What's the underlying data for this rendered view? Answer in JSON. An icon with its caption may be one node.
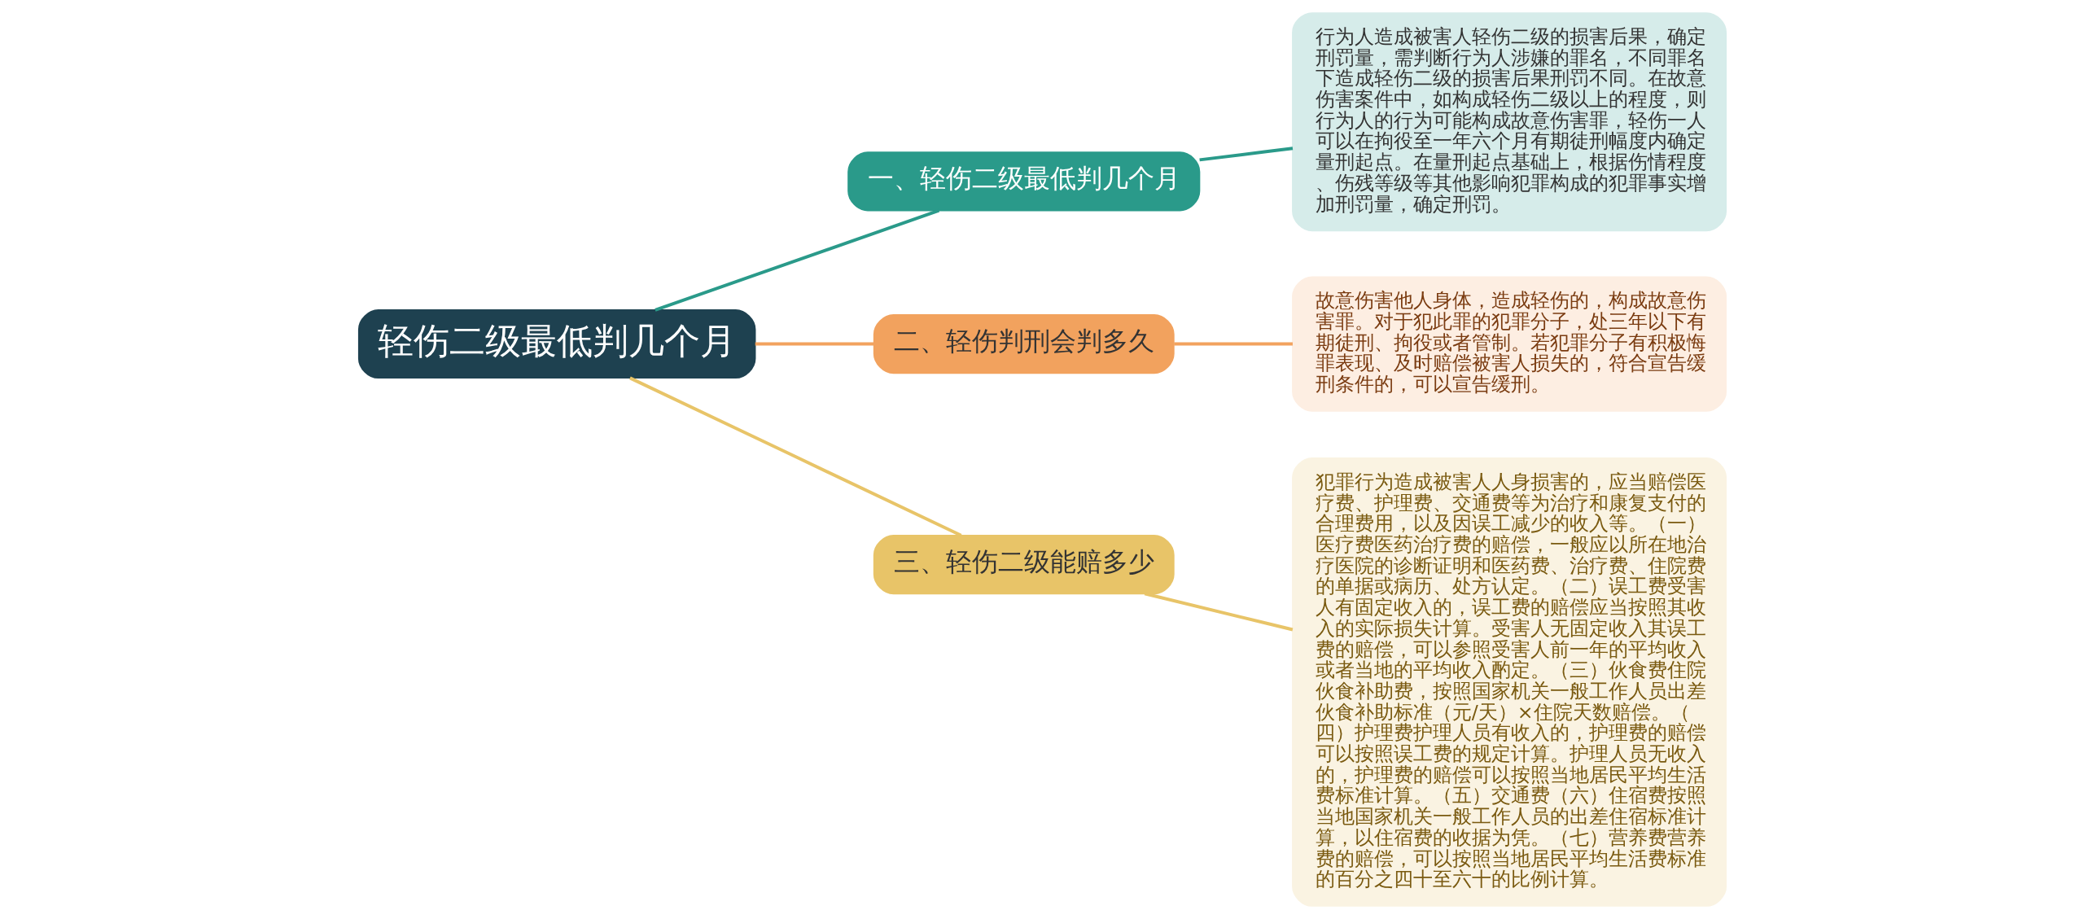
{
  "diagram": {
    "nodes": [
      {
        "text": [
          "轻伤二级最低判几个月"
        ]
      },
      {
        "text": [
          "一、轻伤二级最低判几个月"
        ]
      },
      {
        "text": [
          "行为人造成被害人轻伤二级的损害后果，确定刑罚量，需判断行为人涉嫌的罪名，不同罪名下造成轻伤二级的损害后果刑罚不同。在故意伤害案件中，如构成轻伤二级以上的程度，则行为人的行为可能构成故意伤害罪，轻伤一人可以在拘役至一年六个月有期徒刑幅度内确定量刑起点。在量刑起点基础上，根据伤情程度、伤残等级等其他影响犯罪构成的犯罪事实增加刑罚量，确定刑罚。"
        ]
      },
      {
        "text": [
          "二、轻伤判刑会判多久"
        ]
      },
      {
        "text": [
          "故意伤害他人身体，造成轻伤的，构成故意伤害罪。对于犯此罪的犯罪分子，处三年以下有期徒刑、拘役或者管制。若犯罪分子有积极悔罪表现、及时赔偿被害人损失的，符合宣告缓刑条件的，可以宣告缓刑。"
        ]
      },
      {
        "text": [
          "三、轻伤二级能赔多少"
        ]
      },
      {
        "text": [
          "犯罪行为造成被害人人身损害的，应当赔偿医疗费、护理费、交通费等为治疗和康复支付的合理费用，以及因误工减少的收入等。（一）医疗费医药治疗费的赔偿，一般应以所在地治疗医院的诊断证明和医药费、治疗费、住院费的单据或病历、处方认定。（二）误工费受害人有固定收入的，误工费的赔偿应当按照其收入的实际损失计算。受害人无固定收入其误工费的赔偿，可以参照受害人前一年的平均收入或者当地的平均收入酌定。（三）伙食费住院伙食补助费，按照国家机关一般工作人员出差伙食补助标准（元/天）×住院天数赔偿。（四）护理费护理人员有收入的，护理费的赔偿可以按照误工费的规定计算。护理人员无收入的，护理费的赔偿可以按照当地居民平均生活费标准计算。（五）交通费（六）住宿费按照当地国家机关一般工作人员的出差住宿标准计算，以住宿费的收据为凭。（七）营养费营养费的赔偿，可以按照当地居民平均生活费标准的百分之四十至六十的比例计算。"
        ]
      }
    ],
    "edges": [
      {
        "from": 0,
        "to": 1,
        "arrow": "none",
        "color": "#2a9a8a"
      },
      {
        "from": 1,
        "to": 2,
        "arrow": "none",
        "color": "#2a9a8a"
      },
      {
        "from": 0,
        "to": 3,
        "arrow": "none",
        "color": "#f2a25e"
      },
      {
        "from": 3,
        "to": 4,
        "arrow": "none",
        "color": "#f2a25e"
      },
      {
        "from": 0,
        "to": 5,
        "arrow": "none",
        "color": "#e8c468"
      },
      {
        "from": 5,
        "to": 6,
        "arrow": "none",
        "color": "#e8c468"
      }
    ]
  }
}
